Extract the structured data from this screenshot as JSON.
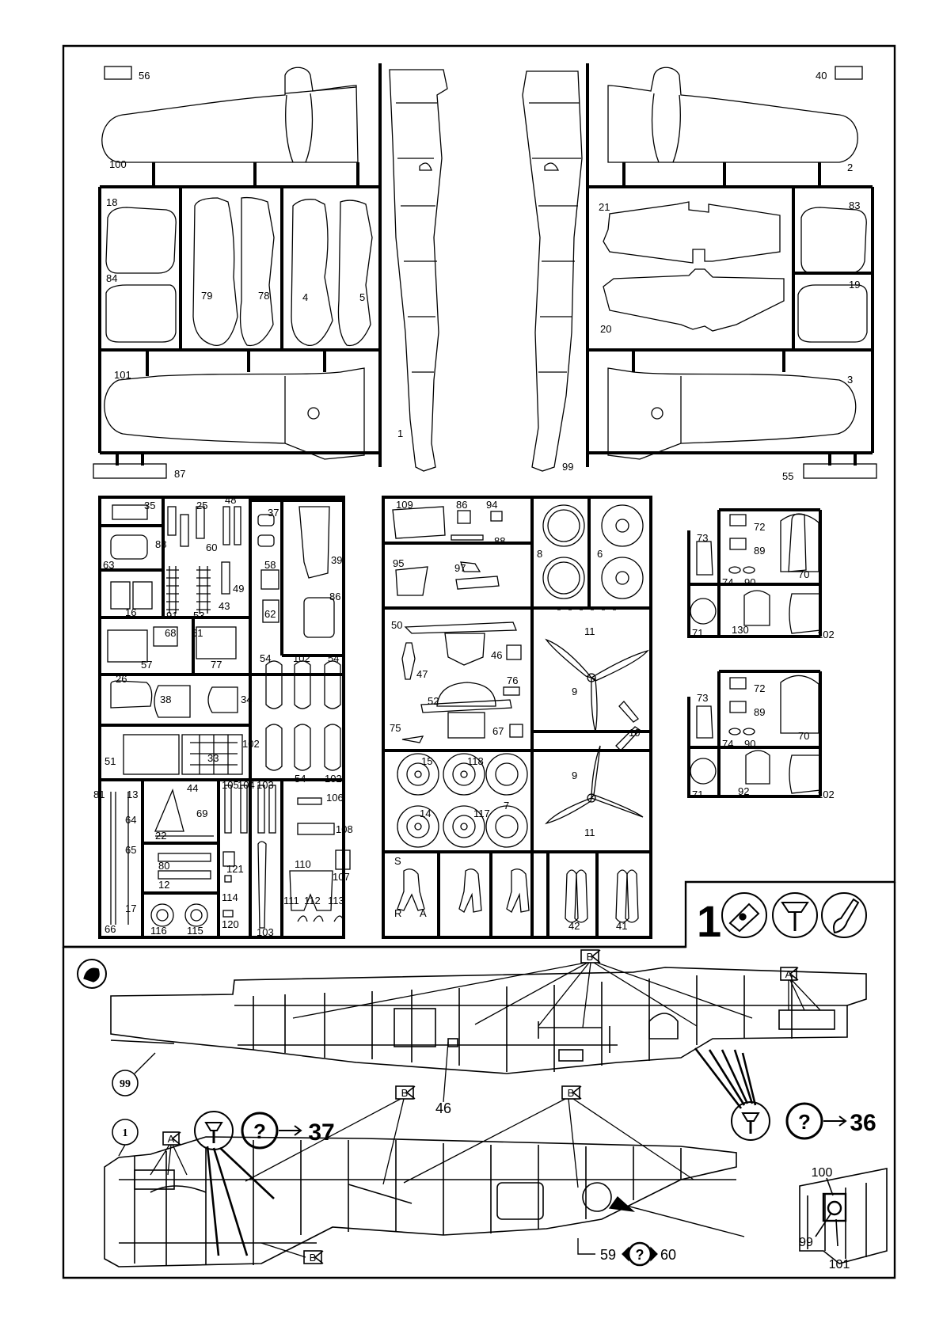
{
  "sprue_labels": {
    "p56": "56",
    "p100": "100",
    "p18": "18",
    "p84": "84",
    "p79": "79",
    "p78": "78",
    "p4": "4",
    "p5": "5",
    "p101": "101",
    "p87": "87",
    "p1": "1",
    "p99": "99",
    "p40": "40",
    "p2": "2",
    "p21": "21",
    "p83": "83",
    "p20": "20",
    "p19": "19",
    "p3": "3",
    "p55": "55",
    "p35": "35",
    "p25": "25",
    "p48": "48",
    "p88a": "88",
    "p60": "60",
    "p63": "63",
    "p49": "49",
    "p16": "16",
    "p43": "43",
    "p91": "91",
    "p53": "53",
    "p68": "68",
    "p61": "61",
    "p57": "57",
    "p77": "77",
    "p26": "26",
    "p38": "38",
    "p34": "34",
    "p51": "51",
    "p33": "33",
    "p37": "37",
    "p39": "39",
    "p58": "58",
    "p86a": "86",
    "p62": "62",
    "p54a": "54",
    "p102a": "102",
    "p54b": "54",
    "p102b": "102",
    "p54c": "54",
    "p102c": "102",
    "p81": "81",
    "p13": "13",
    "p44": "44",
    "p64": "64",
    "p69": "69",
    "p22": "22",
    "p65": "65",
    "p80": "80",
    "p12": "12",
    "p17": "17",
    "p66": "66",
    "p116": "116",
    "p115": "115",
    "p105": "105",
    "p104": "104",
    "p103a": "103",
    "p121": "121",
    "p114": "114",
    "p120": "120",
    "p103b": "103",
    "p106": "106",
    "p108": "108",
    "p110": "110",
    "p107": "107",
    "p111": "111",
    "p112": "112",
    "p113": "113",
    "p109": "109",
    "p86b": "86",
    "p94": "94",
    "p88b": "88",
    "p95": "95",
    "p97": "97",
    "p8": "8",
    "p6": "6",
    "p50": "50",
    "p46": "46",
    "p47": "47",
    "p76": "76",
    "p52": "52",
    "p75": "75",
    "p67": "67",
    "p11a": "11",
    "p9a": "9",
    "p10": "10",
    "p15": "15",
    "p118": "118",
    "p14": "14",
    "p117": "117",
    "p7": "7",
    "p9b": "9",
    "p11b": "11",
    "p42": "42",
    "p41": "41",
    "p73a": "73",
    "p72a": "72",
    "p89a": "89",
    "p74a": "74",
    "p90a": "90",
    "p70a": "70",
    "p71a": "71",
    "p130": "130",
    "p102d": "102",
    "p73b": "73",
    "p72b": "72",
    "p89b": "89",
    "p74b": "74",
    "p90b": "90",
    "p70b": "70",
    "p71b": "71",
    "p92": "92",
    "p102e": "102",
    "fig_s": "S",
    "fig_r": "R",
    "fig_a": "A"
  },
  "step": {
    "number": "1",
    "tools": [
      "glue-icon",
      "drill-icon",
      "paint-brush-icon"
    ]
  },
  "assembly": {
    "part_99": "99",
    "part_1": "1",
    "callout_b": "B",
    "callout_a": "A",
    "part_46": "46",
    "drill_ref_37": "37",
    "drill_ref_36": "36",
    "question": "?",
    "label_59": "59",
    "label_60": "60",
    "label_100": "100",
    "label_99b": "99",
    "label_101": "101"
  }
}
